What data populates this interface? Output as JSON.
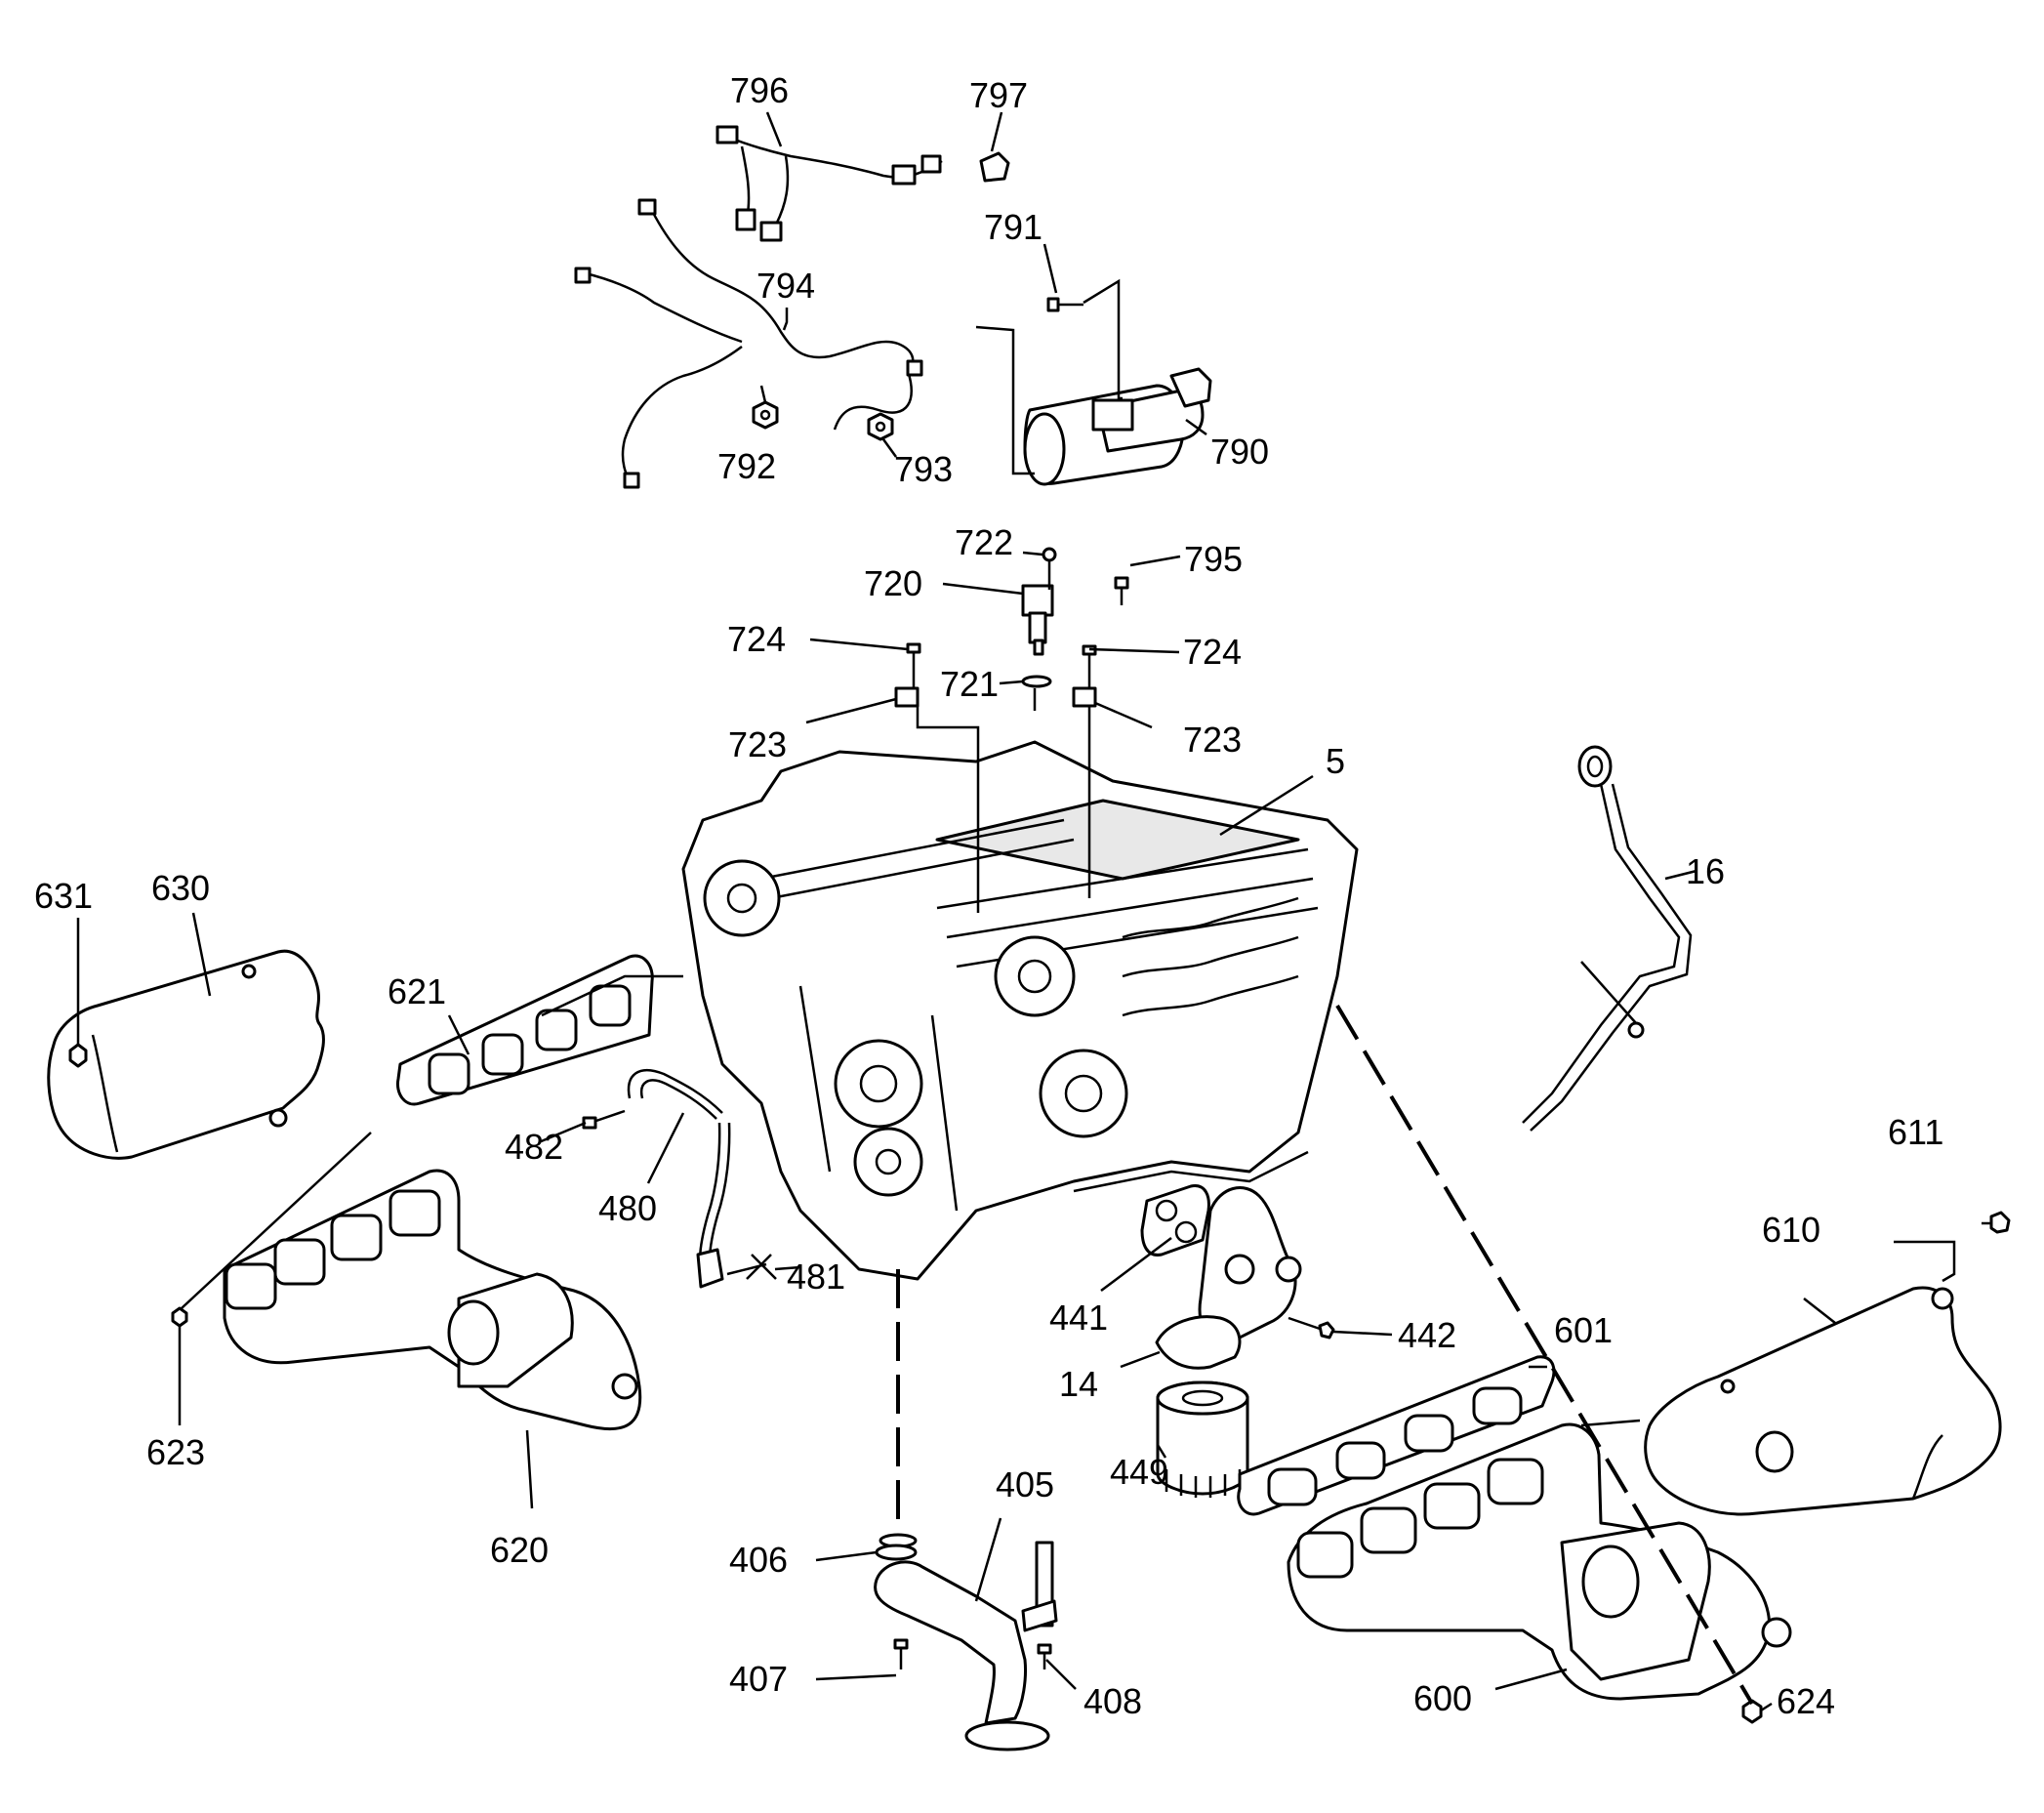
{
  "diagram": {
    "callouts": [
      {
        "id": "796"
      },
      {
        "id": "797"
      },
      {
        "id": "791"
      },
      {
        "id": "794"
      },
      {
        "id": "792"
      },
      {
        "id": "793"
      },
      {
        "id": "790"
      },
      {
        "id": "722"
      },
      {
        "id": "795"
      },
      {
        "id": "720"
      },
      {
        "id": "724a",
        "text": "724"
      },
      {
        "id": "724b",
        "text": "724"
      },
      {
        "id": "721"
      },
      {
        "id": "723a",
        "text": "723"
      },
      {
        "id": "723b",
        "text": "723"
      },
      {
        "id": "5"
      },
      {
        "id": "16"
      },
      {
        "id": "631"
      },
      {
        "id": "630"
      },
      {
        "id": "621"
      },
      {
        "id": "482"
      },
      {
        "id": "480"
      },
      {
        "id": "481"
      },
      {
        "id": "441"
      },
      {
        "id": "442"
      },
      {
        "id": "14"
      },
      {
        "id": "601"
      },
      {
        "id": "611"
      },
      {
        "id": "610"
      },
      {
        "id": "449"
      },
      {
        "id": "623"
      },
      {
        "id": "620"
      },
      {
        "id": "405"
      },
      {
        "id": "406"
      },
      {
        "id": "407"
      },
      {
        "id": "408"
      },
      {
        "id": "600"
      },
      {
        "id": "624"
      }
    ],
    "labels": {
      "l796": "796",
      "l797": "797",
      "l791": "791",
      "l794": "794",
      "l792": "792",
      "l793": "793",
      "l790": "790",
      "l722": "722",
      "l795": "795",
      "l720": "720",
      "l724a": "724",
      "l724b": "724",
      "l721": "721",
      "l723a": "723",
      "l723b": "723",
      "l5": "5",
      "l16": "16",
      "l631": "631",
      "l630": "630",
      "l621": "621",
      "l482": "482",
      "l480": "480",
      "l481": "481",
      "l441": "441",
      "l442": "442",
      "l14": "14",
      "l601": "601",
      "l611": "611",
      "l610": "610",
      "l449": "449",
      "l623": "623",
      "l620": "620",
      "l405": "405",
      "l406": "406",
      "l407": "407",
      "l408": "408",
      "l600": "600",
      "l624": "624"
    }
  }
}
